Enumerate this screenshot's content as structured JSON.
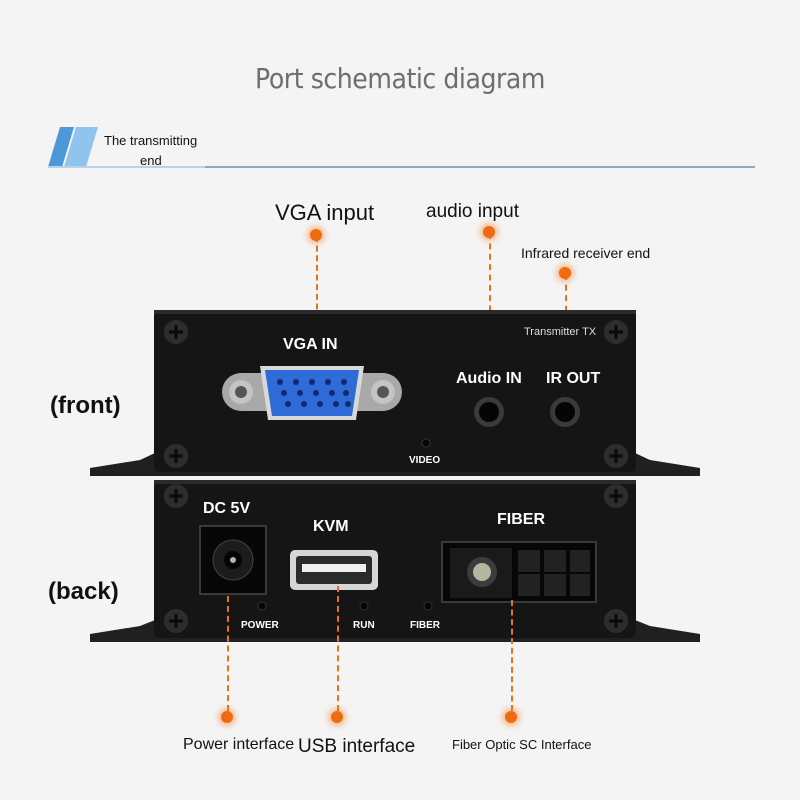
{
  "title": "Port schematic diagram",
  "header": {
    "section_label_line1": "The transmitting",
    "section_label_line2": "end"
  },
  "front": {
    "side_label": "(front)",
    "callouts": {
      "vga": "VGA input",
      "audio": "audio input",
      "ir": "Infrared receiver end"
    },
    "panel": {
      "vga_label": "VGA IN",
      "audio_label": "Audio IN",
      "ir_label": "IR OUT",
      "model_label": "Transmitter TX",
      "led_label": "VIDEO"
    }
  },
  "back": {
    "side_label": "(back)",
    "panel": {
      "dc_label": "DC 5V",
      "kvm_label": "KVM",
      "fiber_label": "FIBER",
      "power_led": "POWER",
      "run_led": "RUN",
      "fiber_led": "FIBER"
    },
    "callouts": {
      "power": "Power interface",
      "usb": "USB interface",
      "fiber": "Fiber Optic SC Interface"
    }
  },
  "colors": {
    "accent": "#f06a10",
    "device_body": "#151515",
    "title": "#6e6e6e",
    "header_line": "#8aa9c6"
  }
}
